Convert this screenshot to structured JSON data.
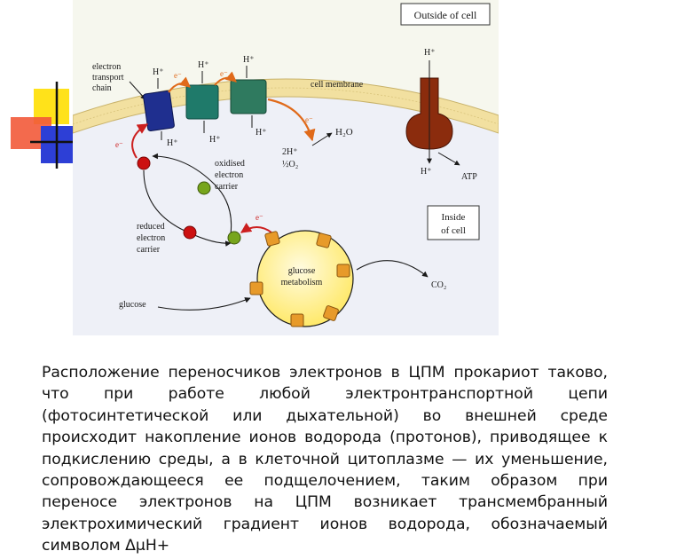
{
  "figure": {
    "outside_label": "Outside of cell",
    "inside_label_line1": "Inside",
    "inside_label_line2": "of cell",
    "etc_label": [
      "electron",
      "transport",
      "chain"
    ],
    "membrane_label": "cell membrane",
    "oxidised_label": [
      "oxidised",
      "electron",
      "carrier"
    ],
    "reduced_label": [
      "reduced",
      "electron",
      "carrier"
    ],
    "glucose_label": "glucose",
    "glucose_metabolism_label": [
      "glucose",
      "metabolism"
    ],
    "co2_label": "CO₂",
    "h2o_label": "H₂O",
    "two_h_label": "2H⁺",
    "half_o2_label": "½O₂",
    "atp_label": "ATP",
    "h_plus": "H⁺",
    "e_minus": "e⁻",
    "colors": {
      "cytoplasm": "#f0f1f8",
      "outside": "#f6f7ee",
      "membrane": "#f2e0a0",
      "complex1": "#1f2f8f",
      "complex2": "#1f7a6a",
      "complex3": "#2f7a5f",
      "atp_synthase": "#8b2c0d",
      "arrow_orange": "#e06a1a",
      "arrow_red": "#cc1f1f",
      "reduced_carrier": "#cc1010",
      "oxidised_carrier": "#77a51c",
      "glucose_sphere": "#fff3a8",
      "glucose_ports": "#e79a2a"
    }
  },
  "caption": "Расположение переносчиков электронов в ЦПМ прокариот таково, что при работе любой электронтранспортной цепи (фотосинтетической или дыхательной) во внешней среде происходит накопление ионов водорода (протонов), приводящее к подкислению среды, а в клеточной цитоплазме — их уменьшение, сопровождающееся ее подщелочением, таким образом при переносе электронов на ЦПМ возникает трансмембранный электрохимический градиент ионов водорода, обозначаемый символом ΔμH+"
}
